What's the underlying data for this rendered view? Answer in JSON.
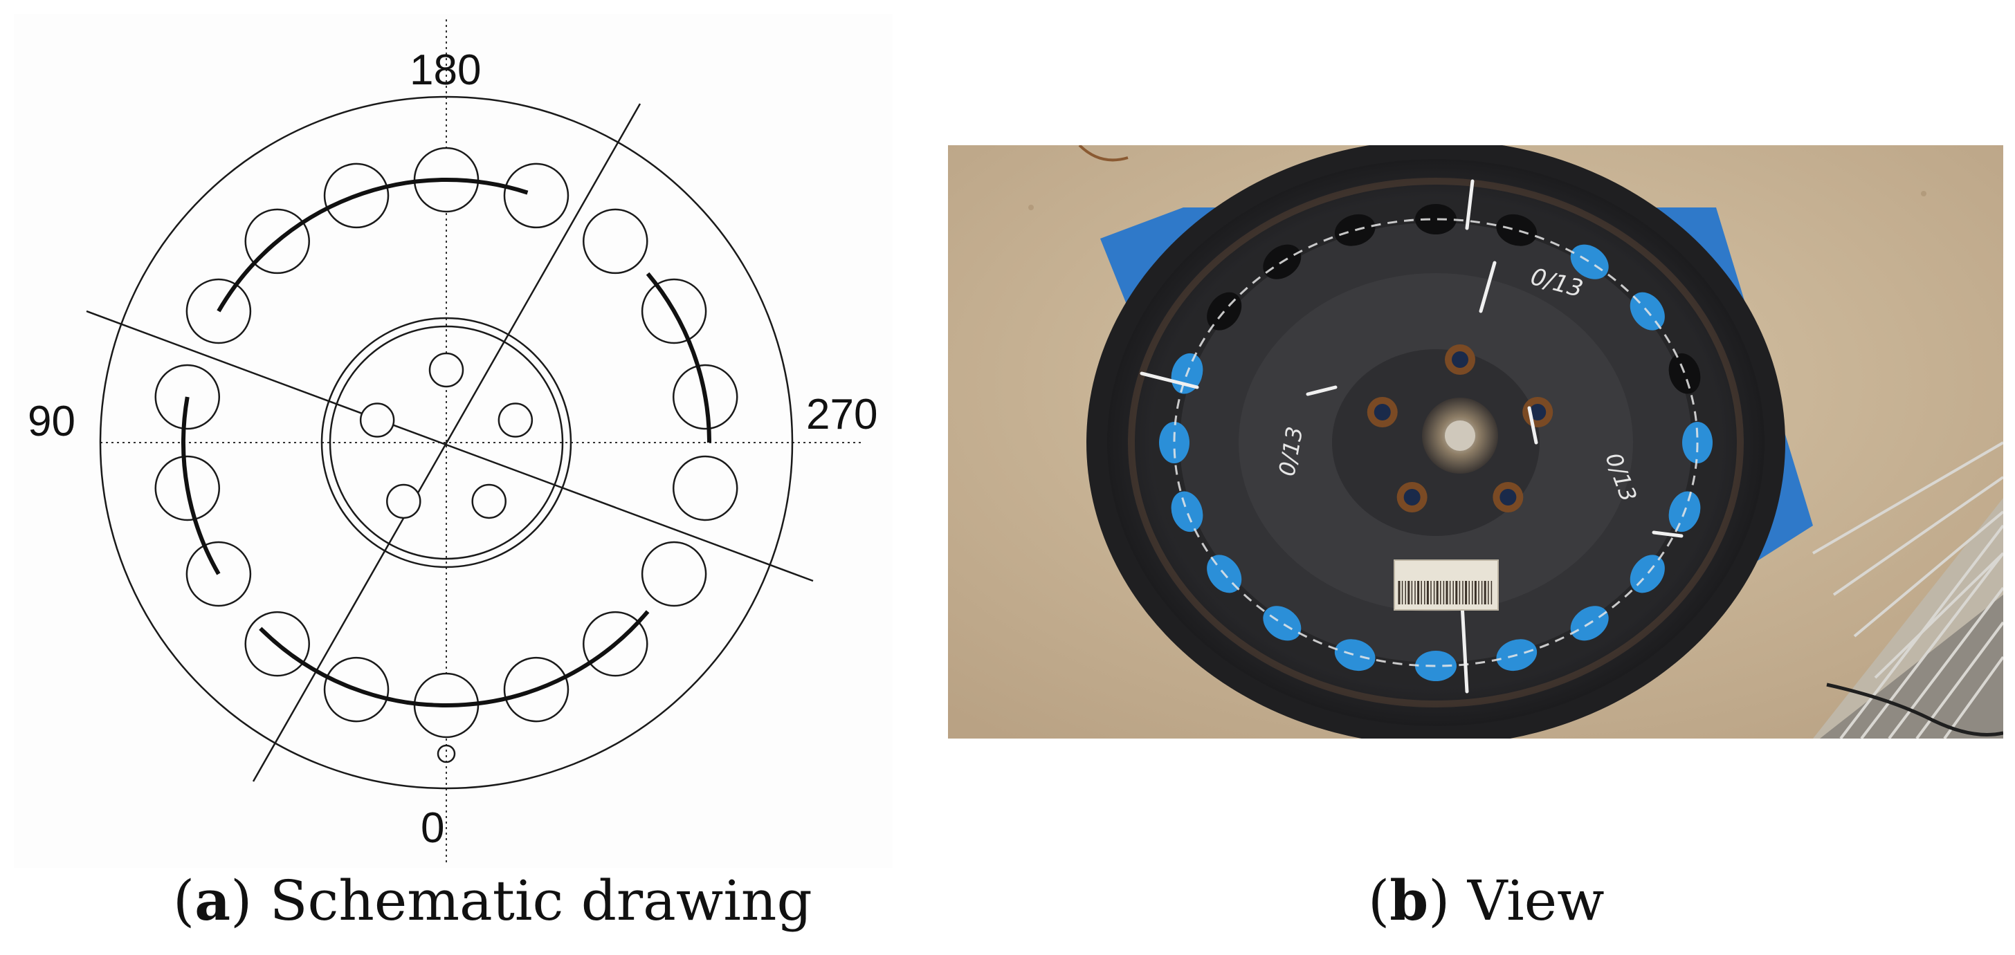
{
  "panel_a": {
    "caption_paren_open": "(",
    "caption_letter": "a",
    "caption_paren_close": ")",
    "caption_text": " Schematic drawing",
    "angles": {
      "top": "180",
      "left": "90",
      "right": "270",
      "bottom": "0"
    },
    "colors": {
      "line": "#1a1a1a",
      "background": "#fdfdfd"
    }
  },
  "panel_b": {
    "caption_paren_open": "(",
    "caption_letter": "b",
    "caption_paren_close": ")",
    "caption_text": " View",
    "photo_text": {
      "marker_upper": "0/13",
      "marker_right": "0/13",
      "marker_left": "0/13"
    },
    "colors": {
      "floor": "#c9b597",
      "wheel": "#2b2b2d",
      "tape": "#2b8fd8",
      "stand": "#2f79c9"
    }
  }
}
